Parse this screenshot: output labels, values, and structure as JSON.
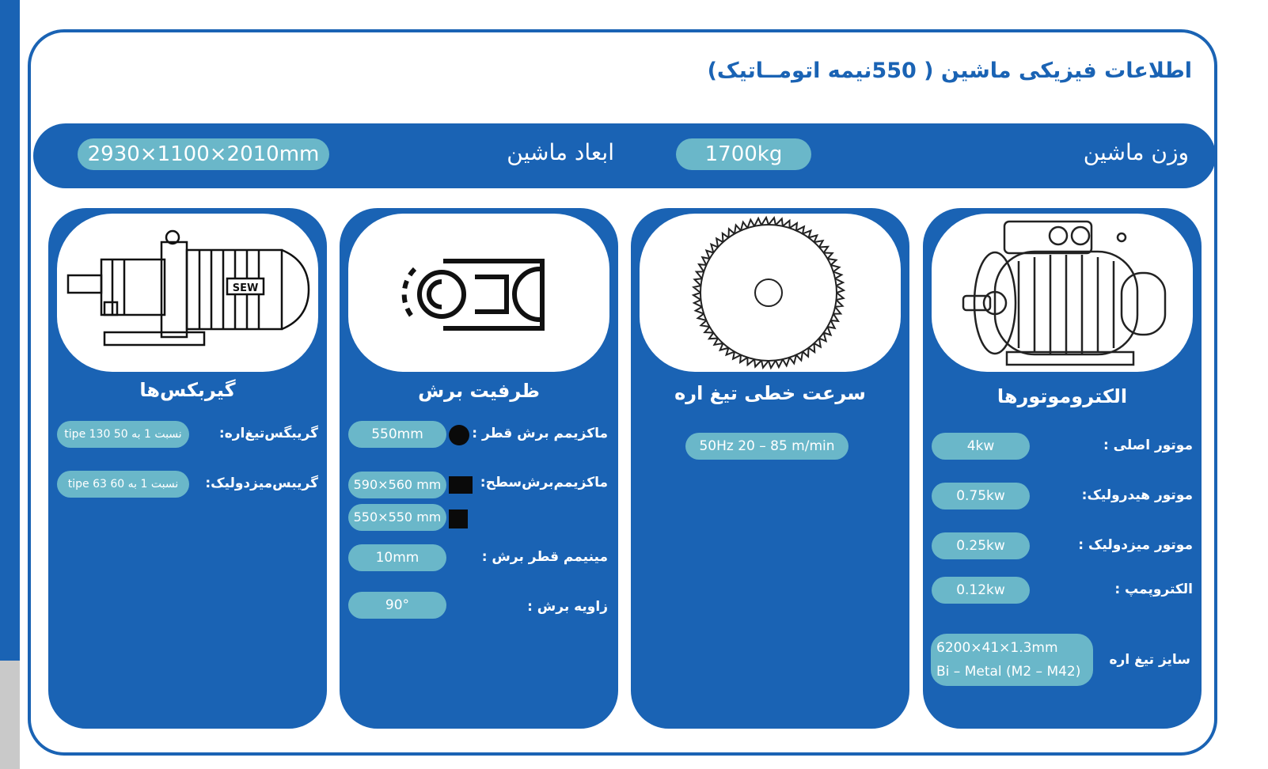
{
  "title": "اطلاعات فیزیکی ماشین ( 550نیمه اتومــاتیک)",
  "header": {
    "weight_label": "وزن ماشین",
    "weight_value": "1700kg",
    "dims_label": "ابعاد ماشین",
    "dims_value": "2930×1100×2010mm"
  },
  "motors": {
    "title": "الکتروموتورها",
    "icon": "electric-motor-icon",
    "rows": [
      {
        "label": "موتور اصلی :",
        "value": "4kw"
      },
      {
        "label": "موتور هیدرولیک:",
        "value": "0.75kw"
      },
      {
        "label": "موتور میزدولیک :",
        "value": "0.25kw"
      },
      {
        "label": "الکتروپمپ :",
        "value": "0.12kw"
      }
    ],
    "blade_label": "سایز تیغ اره",
    "blade_line1": "6200×41×1.3mm",
    "blade_line2": "Bi – Metal (M2 – M42)"
  },
  "speed": {
    "title": "سرعت خطی تیغ اره",
    "icon": "saw-blade-icon",
    "value": "50Hz   20 – 85 m/min"
  },
  "capacity": {
    "title": "ظرفیت برش",
    "icon": "cutting-capacity-icon",
    "max_round_label": "ماکزیمم برش قطر :",
    "max_round_value": "550mm",
    "max_flat_label": "ماکزیمم‌برش‌سطح:",
    "max_flat_value1": "590×560 mm",
    "max_flat_value2": "550×550 mm",
    "min_label": "مینیمم قطر برش :",
    "min_value": "10mm",
    "angle_label": "زاویه برش :",
    "angle_value": "90°"
  },
  "gearbox": {
    "title": "گیربکس‌ها",
    "icon": "gearbox-icon",
    "brand": "SEW",
    "rows": [
      {
        "label": "گریبگس‌تیغ‌اره:",
        "value": "tipe 130 نسبت 1 به 50"
      },
      {
        "label": "گریبس‌میزدولیک:",
        "value": "tipe 63 نسبت 1 به 60"
      }
    ]
  },
  "colors": {
    "primary": "#1a63b4",
    "pill": "#6ab7c9",
    "side_gray": "#c9c9c9"
  }
}
